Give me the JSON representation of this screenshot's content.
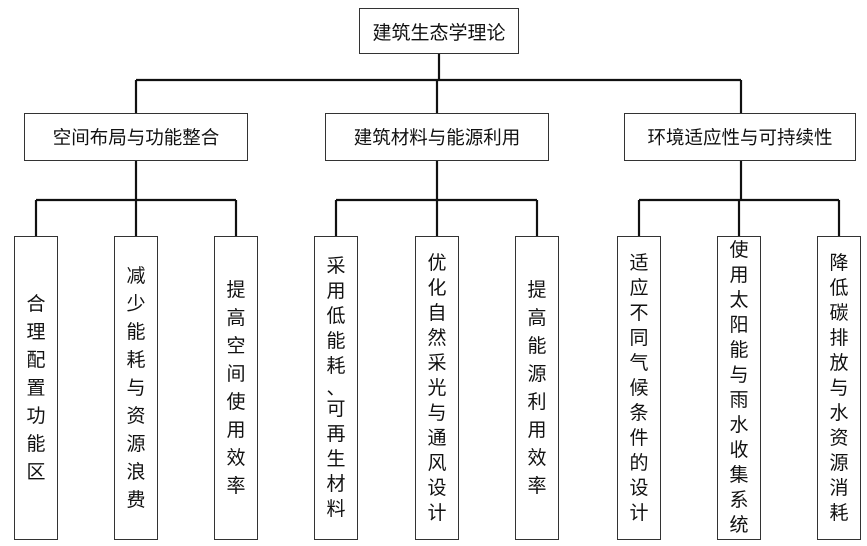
{
  "root": {
    "label": "建筑生态学理论"
  },
  "categories": [
    {
      "label": "空间布局与功能整合",
      "items": [
        "合理配置功能区",
        "减少能耗与资源浪费",
        "提高空间使用效率"
      ]
    },
    {
      "label": "建筑材料与能源利用",
      "items": [
        "采用低能耗、可再生材料",
        "优化自然采光与通风设计",
        "提高能源利用效率"
      ]
    },
    {
      "label": "环境适应性与可持续性",
      "items": [
        "适应不同气候条件的设计",
        "使用太阳能与雨水收集系统",
        "降低碳排放与水资源消耗"
      ]
    }
  ]
}
